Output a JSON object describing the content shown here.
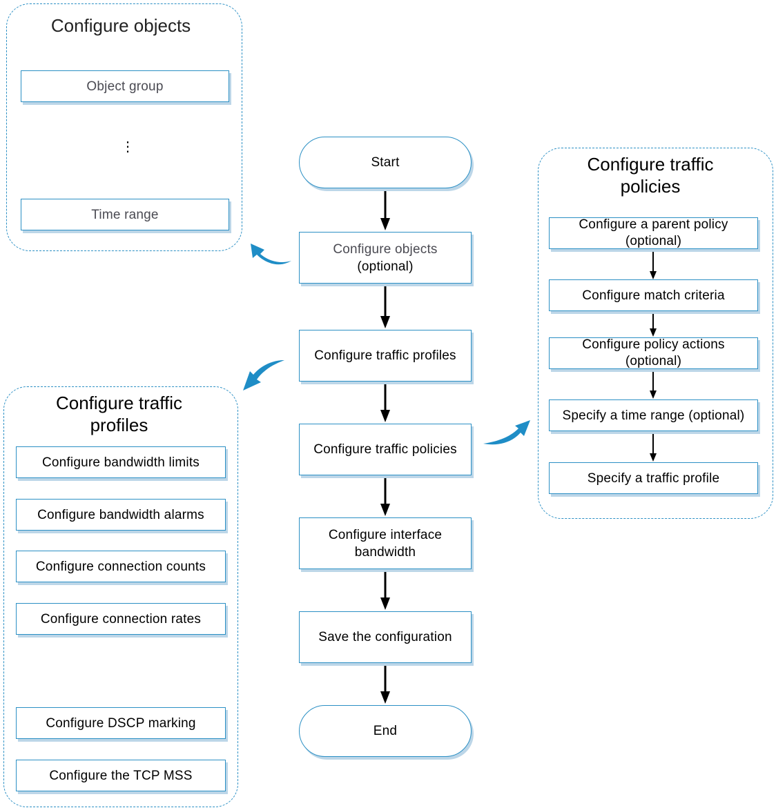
{
  "diagram": {
    "main_flow": {
      "start": "Start",
      "configure_objects_line1": "Configure objects",
      "configure_objects_line2": "(optional)",
      "configure_traffic_profiles": "Configure traffic profiles",
      "configure_traffic_policies": "Configure traffic policies",
      "configure_interface_bandwidth_line1": "Configure interface",
      "configure_interface_bandwidth_line2": "bandwidth",
      "save_configuration": "Save the configuration",
      "end": "End"
    },
    "objects_panel": {
      "title": "Configure objects",
      "items": [
        "Object group",
        "Time range"
      ],
      "ellipsis": "⋮"
    },
    "profiles_panel": {
      "title_line1": "Configure traffic",
      "title_line2": "profiles",
      "items": [
        "Configure bandwidth limits",
        "Configure bandwidth alarms",
        "Configure connection counts",
        "Configure connection rates",
        "Configure DSCP marking",
        "Configure the TCP MSS"
      ]
    },
    "policies_panel": {
      "title_line1": "Configure traffic",
      "title_line2": "policies",
      "steps": [
        {
          "line1": "Configure a parent policy",
          "line2": "(optional)"
        },
        {
          "line1": "Configure match criteria",
          "line2": ""
        },
        {
          "line1": "Configure policy actions",
          "line2": "(optional)"
        },
        {
          "line1": "Specify a time range (optional)",
          "line2": ""
        },
        {
          "line1": "Specify a traffic profile",
          "line2": ""
        }
      ]
    },
    "colors": {
      "accent": "#2a8fc4",
      "box_shadow": "#bcd6e8",
      "curved_arrow": "#1f8dc6",
      "flow_arrow": "#000000"
    }
  }
}
